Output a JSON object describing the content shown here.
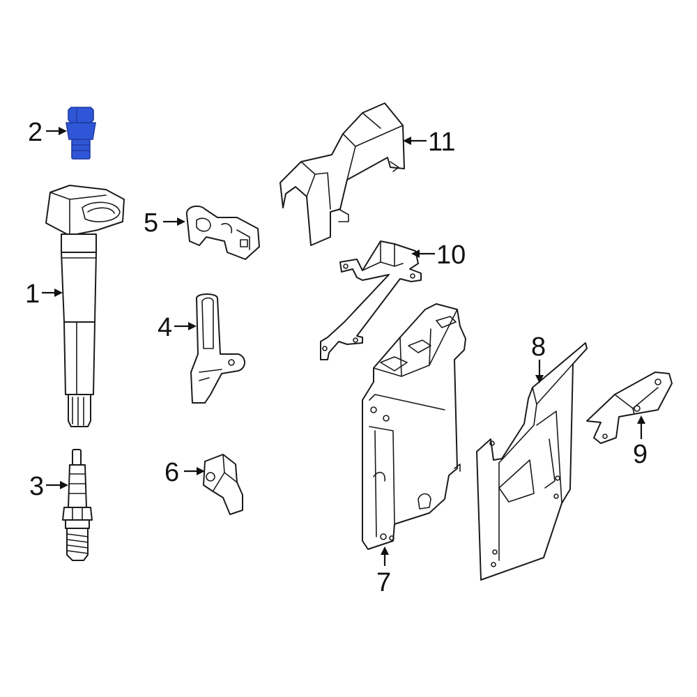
{
  "diagram": {
    "highlight_color": "#2f56d6",
    "line_color": "#1a1a1a",
    "highlighted_callout": "2",
    "callouts": [
      {
        "id": "1",
        "label": "1"
      },
      {
        "id": "2",
        "label": "2"
      },
      {
        "id": "3",
        "label": "3"
      },
      {
        "id": "4",
        "label": "4"
      },
      {
        "id": "5",
        "label": "5"
      },
      {
        "id": "6",
        "label": "6"
      },
      {
        "id": "7",
        "label": "7"
      },
      {
        "id": "8",
        "label": "8"
      },
      {
        "id": "9",
        "label": "9"
      },
      {
        "id": "10",
        "label": "10"
      },
      {
        "id": "11",
        "label": "11"
      }
    ]
  }
}
